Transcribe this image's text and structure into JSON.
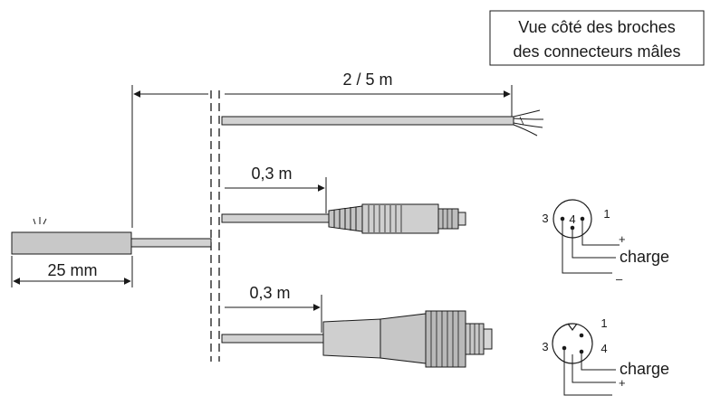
{
  "view_box": {
    "line1": "Vue côté des broches",
    "line2": "des connecteurs mâles"
  },
  "dimensions": {
    "cable_length": "2 / 5 m",
    "pigtail_upper": "0,3 m",
    "pigtail_lower": "0,3 m",
    "sensor_width": "25 mm"
  },
  "connector_m8": {
    "pin_left": "3",
    "pin_center": "4",
    "pin_right": "1",
    "plus": "+",
    "load": "charge",
    "minus": "–"
  },
  "connector_m12": {
    "pin_top": "1",
    "pin_left": "3",
    "pin_right": "4",
    "load": "charge",
    "plus": "+"
  },
  "colors": {
    "outline": "#1a1a1a",
    "sensor_fill": "#c8c8c8",
    "connector_fill": "#cfcfcf",
    "cable_fill": "#d2d2d2"
  }
}
